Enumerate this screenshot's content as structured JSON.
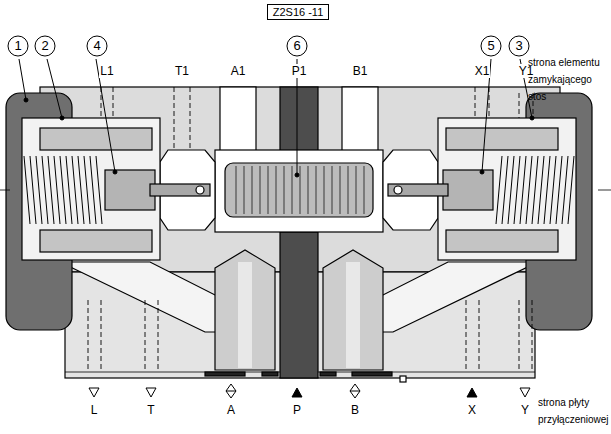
{
  "diagram": {
    "title": "Z2S16 -11",
    "nodes": [
      {
        "text": [
          "1"
        ]
      },
      {
        "text": [
          "2"
        ]
      },
      {
        "text": [
          "4"
        ]
      },
      {
        "text": [
          "6"
        ]
      },
      {
        "text": [
          "5"
        ]
      },
      {
        "text": [
          "3"
        ]
      }
    ],
    "labels": [
      "L1",
      "T1",
      "A1",
      "P1",
      "B1",
      "X1",
      "Y1",
      "strona elementu zamykającego stos",
      "L",
      "T",
      "A",
      "P",
      "B",
      "X",
      "Y",
      "strona płyty przyłączeniowej"
    ]
  }
}
